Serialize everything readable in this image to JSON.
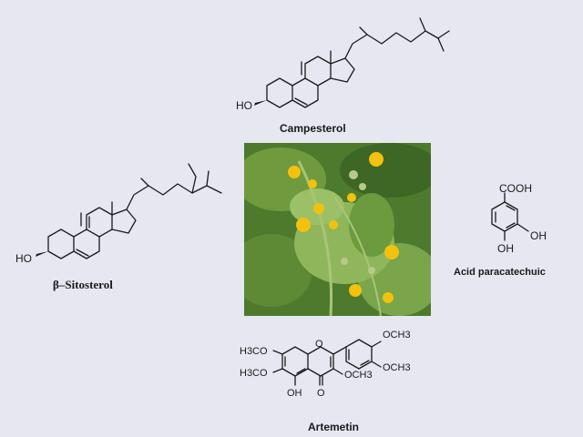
{
  "compounds": {
    "campesterol": {
      "name": "Campesterol",
      "hydroxyl_label": "HO"
    },
    "sitosterol": {
      "name": "β–Sitosterol",
      "hydroxyl_label": "HO"
    },
    "paracatechuic": {
      "name": "Acid paracatechuic",
      "acid_label": "COOH",
      "hydroxyl_label_1": "OH",
      "hydroxyl_label_2": "OH"
    },
    "artemetin": {
      "name": "Artemetin",
      "methoxy_1": "H3CO",
      "methoxy_2": "H3CO",
      "hydroxyl": "OH",
      "carbonyl_o": "O",
      "ring_o": "O",
      "methoxy_3": "OCH3",
      "methoxy_4": "OCH3",
      "methoxy_5": "OCH3"
    }
  },
  "photo": {
    "subject": "yellow-flowered plant"
  },
  "colors": {
    "background": "#e6e7f1",
    "bonds": "#1a1a1a",
    "flower": "#f2c20f",
    "foliage": "#4d7a2c"
  }
}
